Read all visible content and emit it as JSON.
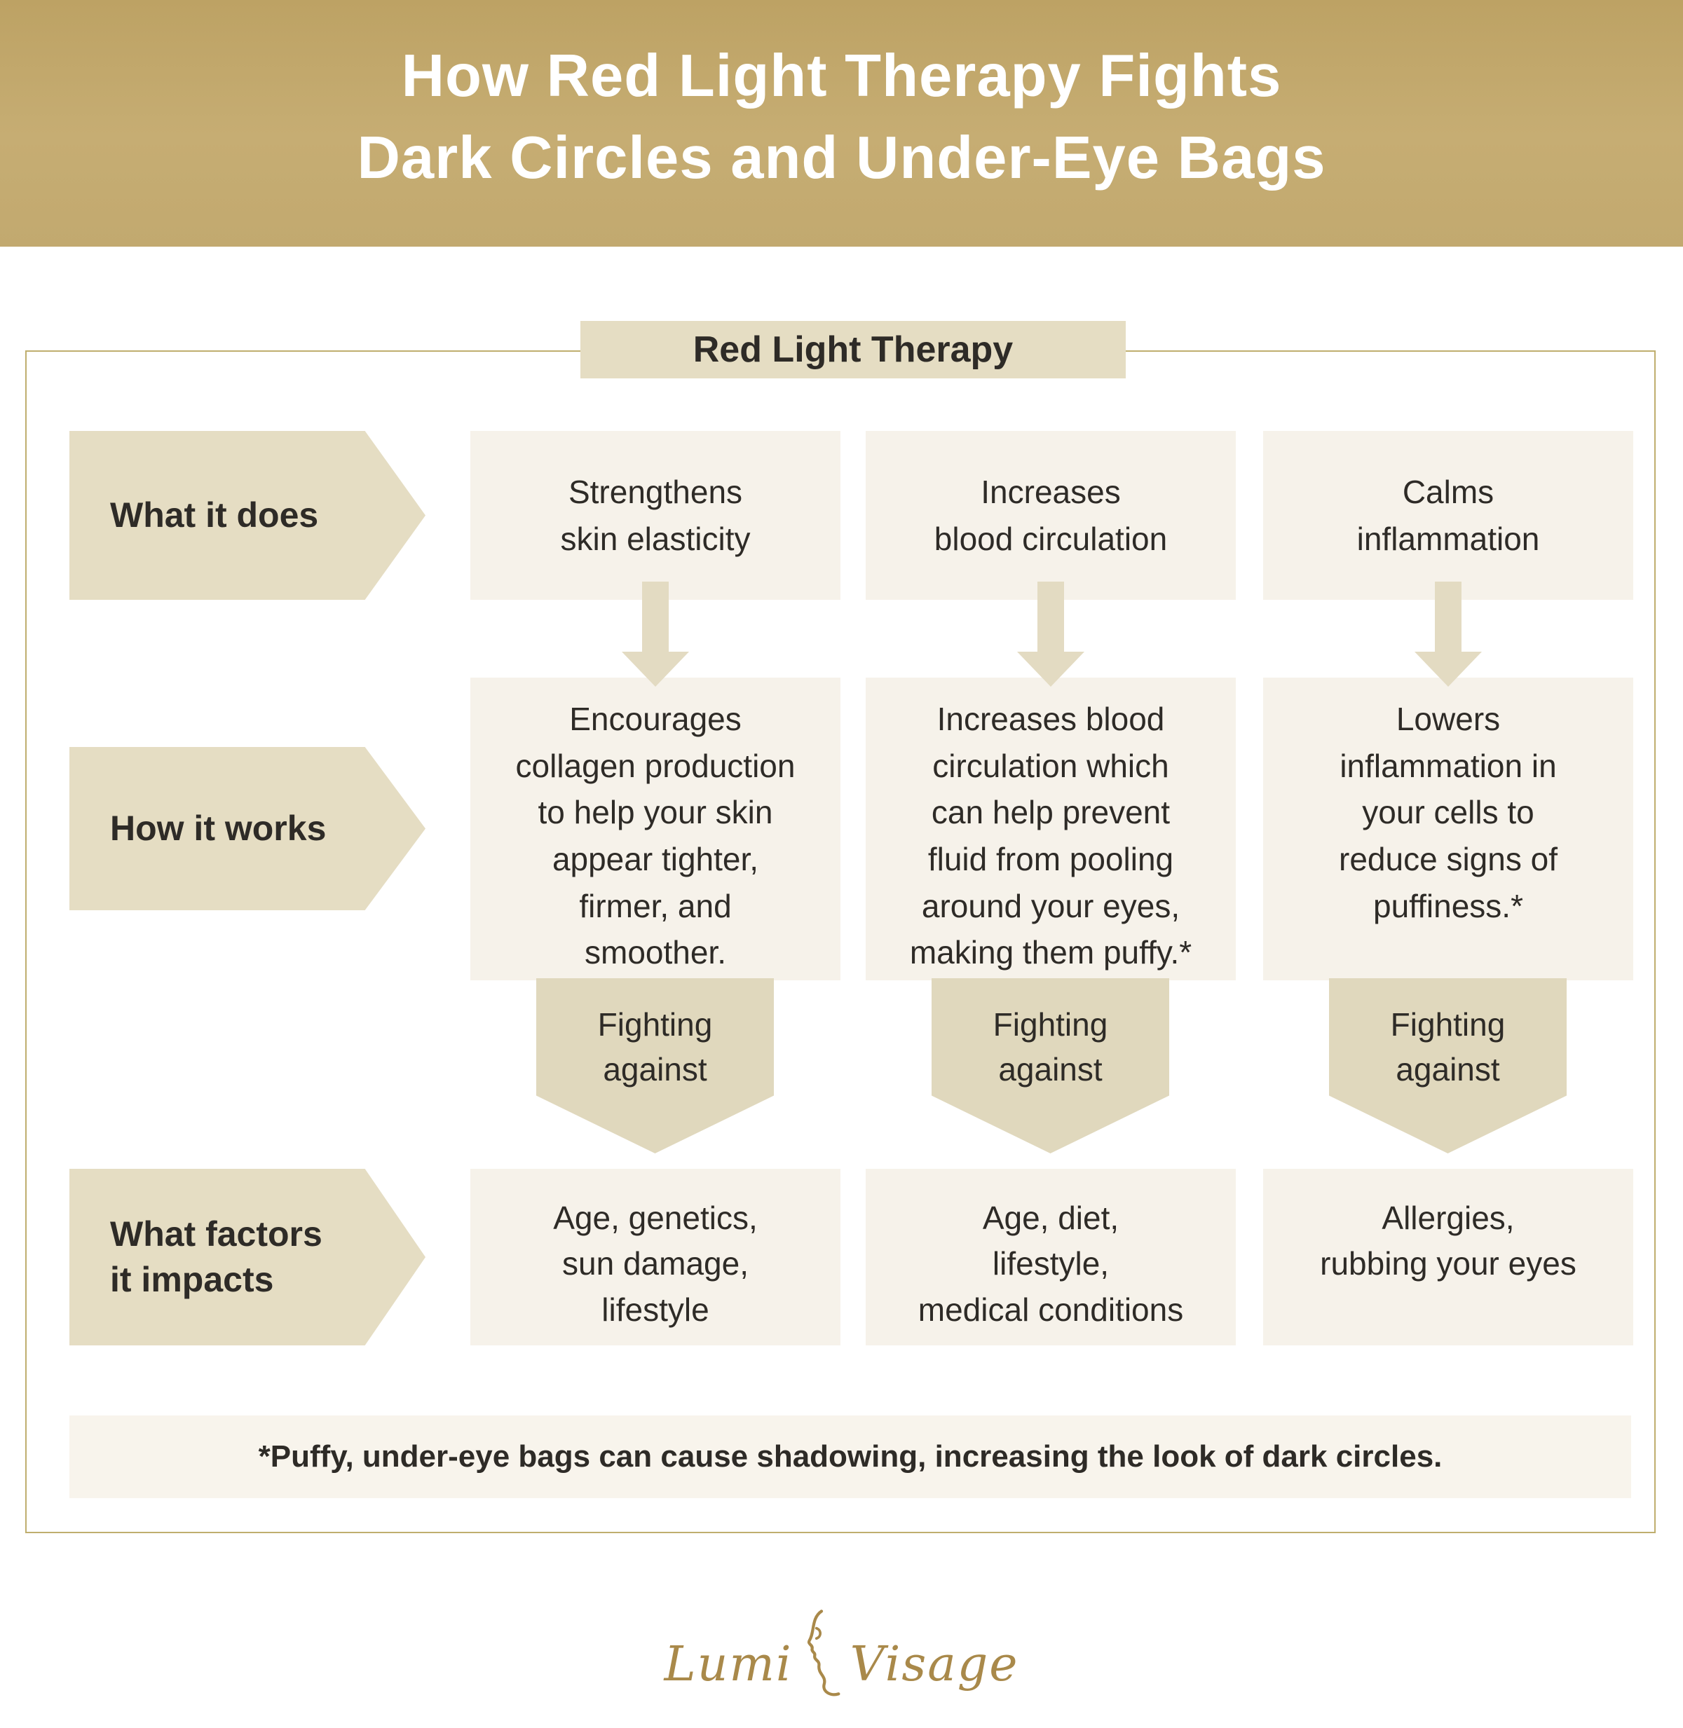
{
  "banner": {
    "title": "How Red Light Therapy Fights\nDark Circles and Under-Eye Bags"
  },
  "diagram": {
    "header": "Red Light Therapy",
    "rows": [
      {
        "label": "What it does"
      },
      {
        "label": "How it works"
      },
      {
        "label": "What factors\nit impacts"
      }
    ],
    "fighting_label": "Fighting\nagainst",
    "columns": [
      {
        "what_it_does": "Strengthens\nskin elasticity",
        "how_it_works": "Encourages\ncollagen production\nto help your skin\nappear tighter,\nfirmer, and\nsmoother.",
        "factors": "Age, genetics,\nsun damage,\nlifestyle"
      },
      {
        "what_it_does": "Increases\nblood circulation",
        "how_it_works": "Increases blood\ncirculation which\ncan help prevent\nfluid from pooling\naround your eyes,\nmaking them puffy.*",
        "factors": "Age, diet,\nlifestyle,\nmedical conditions"
      },
      {
        "what_it_does": "Calms\ninflammation",
        "how_it_works": "Lowers\ninflammation in\nyour cells to\nreduce signs of\npuffiness.*",
        "factors": "Allergies,\nrubbing your eyes"
      }
    ],
    "footnote": "*Puffy, under-eye bags can cause shadowing, increasing the look of dark circles."
  },
  "logo": {
    "word_left": "Lumi",
    "word_right": "Visage"
  },
  "colors": {
    "banner_gold": "#c2a96f",
    "tan": "#e5ddc3",
    "tan_dark": "#e0d8bd",
    "cream": "#f6f2ea",
    "text_dark": "#2e2b27",
    "border_gold": "#bfae6e",
    "logo_gold": "#a9894a"
  }
}
